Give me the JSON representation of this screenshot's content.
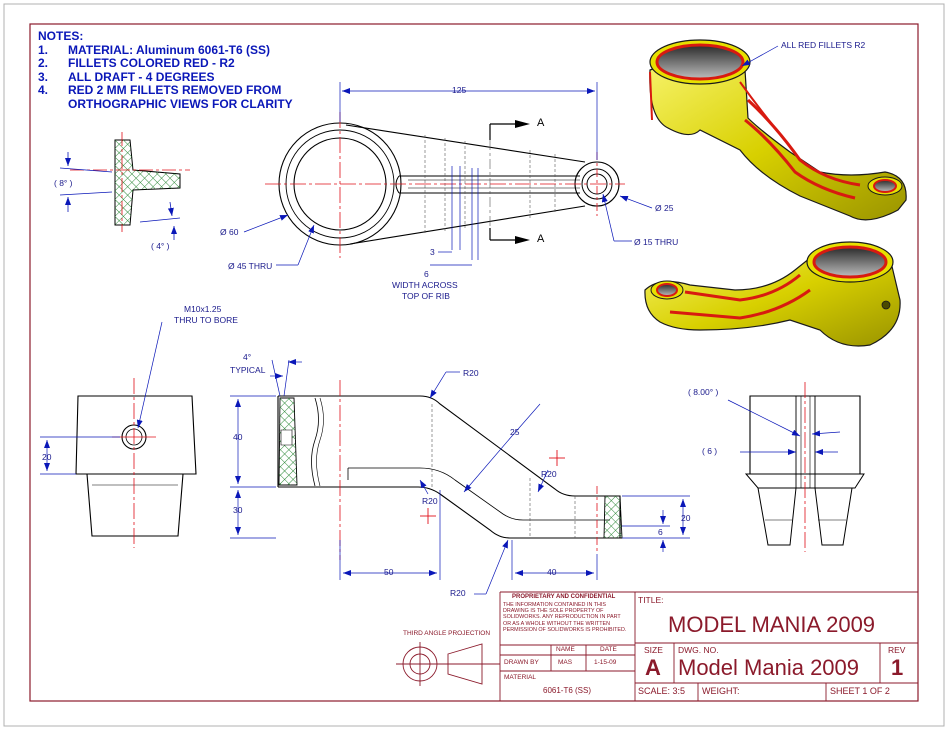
{
  "notes": {
    "header": "NOTES:",
    "items": [
      {
        "num": "1.",
        "text": "MATERIAL: Aluminum 6061-T6 (SS)"
      },
      {
        "num": "2.",
        "text": "FILLETS COLORED RED - R2"
      },
      {
        "num": "3.",
        "text": "ALL DRAFT - 4 DEGREES"
      },
      {
        "num": "4.",
        "text": "RED 2 MM FILLETS REMOVED FROM"
      },
      {
        "num": "",
        "text": "ORTHOGRAPHIC VIEWS FOR CLARITY"
      }
    ]
  },
  "dims": {
    "top_length": "125",
    "section_a_top": "A",
    "section_a_bottom": "A",
    "dia_60": "Ø 60",
    "dia_45": "Ø 45 THRU",
    "dia_25": "Ø 25",
    "dia_15": "Ø 15 THRU",
    "dim_3": "3",
    "dim_6": "6",
    "width_label_1": "WIDTH ACROSS",
    "width_label_2": "TOP OF RIB",
    "angle_8": "( 8° )",
    "angle_4": "( 4° )",
    "thread_1": "M10x1.25",
    "thread_2": "THRU TO BORE",
    "typical_angle": "4°",
    "typical_text": "TYPICAL",
    "r20_top": "R20",
    "r20_mid": "R20",
    "r20_left": "R20",
    "r20_bottom": "R20",
    "dim_25": "25",
    "dim_40_v": "40",
    "dim_30_v": "30",
    "dim_20_left": "20",
    "dim_20_right": "20",
    "dim_6_right": "6",
    "dim_50": "50",
    "dim_40_h": "40",
    "angle_800": "( 8.00° )",
    "paren_6": "( 6 )",
    "all_red_fillets": "ALL RED FILLETS R2"
  },
  "title_block": {
    "proprietary_header": "PROPRIETARY AND CONFIDENTIAL",
    "proprietary_lines": [
      "THE INFORMATION CONTAINED IN THIS",
      "DRAWING IS THE SOLE PROPERTY OF",
      "SOLIDWORKS.  ANY REPRODUCTION IN PART",
      "OR AS A WHOLE WITHOUT THE WRITTEN",
      "PERMISSION OF SOLIDWORKS IS PROHIBITED."
    ],
    "third_angle": "THIRD ANGLE PROJECTION",
    "name_hdr": "NAME",
    "date_hdr": "DATE",
    "drawn_by_label": "DRAWN BY",
    "drawn_by_name": "MAS",
    "drawn_date": "1-15-09",
    "material_label": "MATERIAL",
    "material_value": "6061-T6 (SS)",
    "title_label": "TITLE:",
    "title_value": "MODEL MANIA 2009",
    "size_label": "SIZE",
    "size_value": "A",
    "dwg_no_label": "DWG.  NO.",
    "dwg_no_value": "Model Mania 2009",
    "rev_label": "REV",
    "rev_value": "1",
    "scale": "SCALE: 3:5",
    "weight": "WEIGHT:",
    "sheet": "SHEET 1 OF 2"
  },
  "colors": {
    "border": "#8b1a2b",
    "outline": "#000000",
    "dimension": "#0a17b8",
    "centerline": "#e0101a",
    "hatch": "#2f8a3a",
    "model_yellow": "#e6e000",
    "model_red": "#d81a10"
  }
}
